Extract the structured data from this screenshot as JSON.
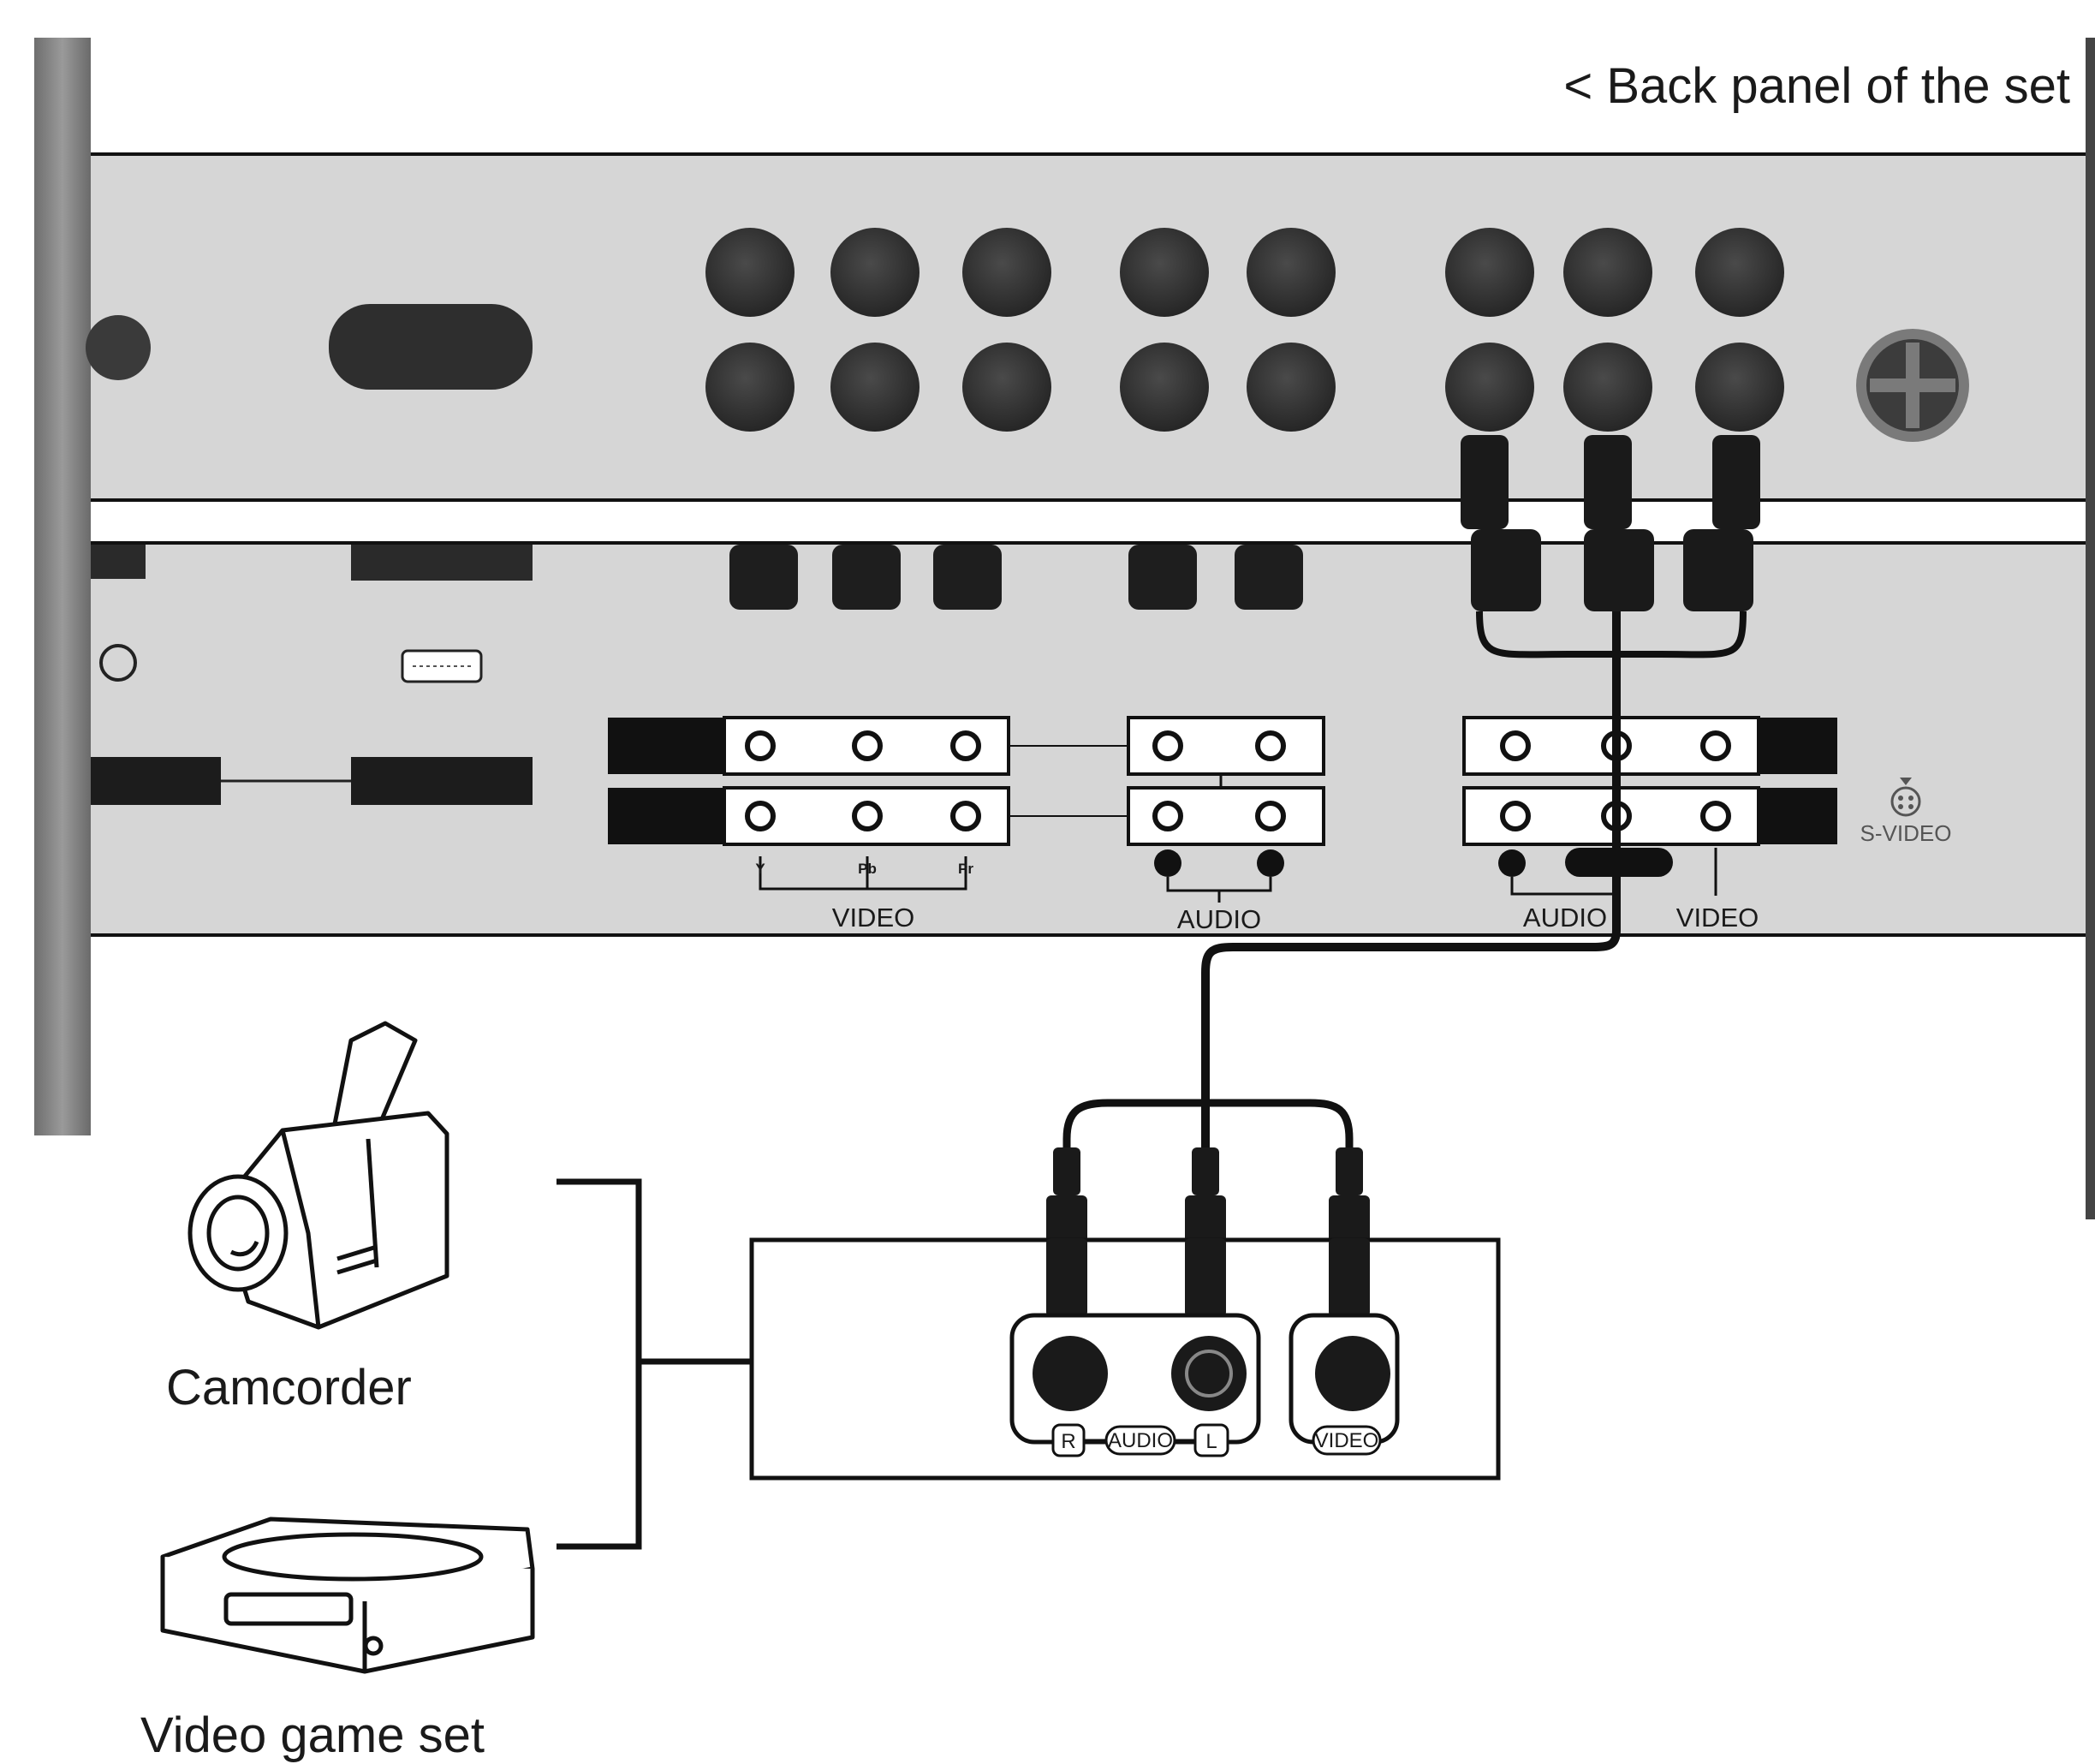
{
  "header": {
    "title": "< Back panel of the set"
  },
  "panel": {
    "component_video_label": "VIDEO",
    "component_y": "Y",
    "component_pb": "Pb",
    "component_pr": "Pr",
    "component_audio_label": "AUDIO",
    "av_audio_label": "AUDIO",
    "av_video_label": "VIDEO",
    "svideo_label": "S-VIDEO"
  },
  "source": {
    "audio_r": "R",
    "audio_label": "AUDIO",
    "audio_l": "L",
    "video_label": "VIDEO"
  },
  "devices": {
    "camcorder": "Camcorder",
    "game": "Video game set"
  },
  "colors": {
    "panel": "#d2d2d2",
    "line": "#111111",
    "jack": "#333333"
  }
}
